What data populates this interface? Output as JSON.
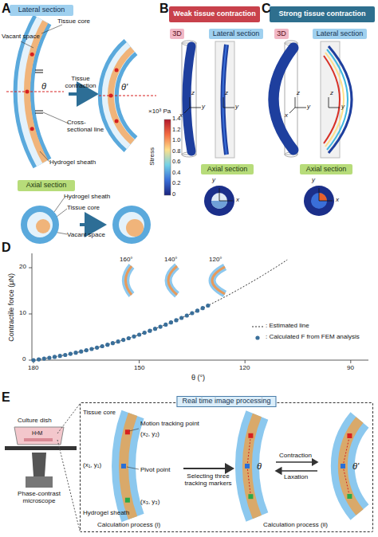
{
  "diagram": {
    "nodes": [
      {
        "text": [
          "Lateral section"
        ]
      },
      {
        "text": [
          "Axial section"
        ]
      },
      {
        "text": [
          "Weak tissue contraction"
        ]
      },
      {
        "text": [
          "3D"
        ]
      },
      {
        "text": [
          "Lateral section"
        ]
      },
      {
        "text": [
          "Axial section"
        ]
      },
      {
        "text": [
          "Strong tissue contraction"
        ]
      },
      {
        "text": [
          "3D"
        ]
      },
      {
        "text": [
          "Lateral section"
        ]
      },
      {
        "text": [
          "Axial section"
        ]
      },
      {
        "text": [
          "Real time image processing"
        ]
      }
    ],
    "labels": [
      "A",
      "Vacant space",
      "Tissue core",
      "θ",
      "Tissue contraction",
      "θ'",
      "Cross-sectional line",
      "Hydrogel sheath",
      "Hydrogel sheath",
      "Tissue core",
      "Vacant space",
      "×10³ Pa",
      "Stress",
      "1.4",
      "1.2",
      "1.0",
      "0.8",
      "0.6",
      "0.4",
      "0.2",
      "0",
      "B",
      "z",
      "y",
      "x",
      "z",
      "y",
      "y",
      "x",
      "C",
      "z",
      "y",
      "x",
      "z",
      "y",
      "y",
      "x",
      "D",
      "Contractile force (μN)",
      "0",
      "10",
      "20",
      "180",
      "150",
      "120",
      "90",
      "θ (°)",
      "160°",
      "140°",
      "120°",
      "E",
      "Culture dish",
      "H³M",
      "Phase-contrast microscope",
      "Tissue core",
      "Motion tracking point",
      "(x₂, y₂)",
      "(x₁, y₁)",
      "Pivot point",
      "(x₃, y₃)",
      "Hydrogel sheath",
      "Selecting three tracking markers",
      "θ",
      "Contraction",
      "Laxation",
      "θ'",
      "Calculation process (i)",
      "Calculation process (ii)"
    ],
    "legend": [
      {
        "text": ": Estimated line"
      },
      {
        "text": ": Calculated F from FEM analysis"
      }
    ]
  }
}
